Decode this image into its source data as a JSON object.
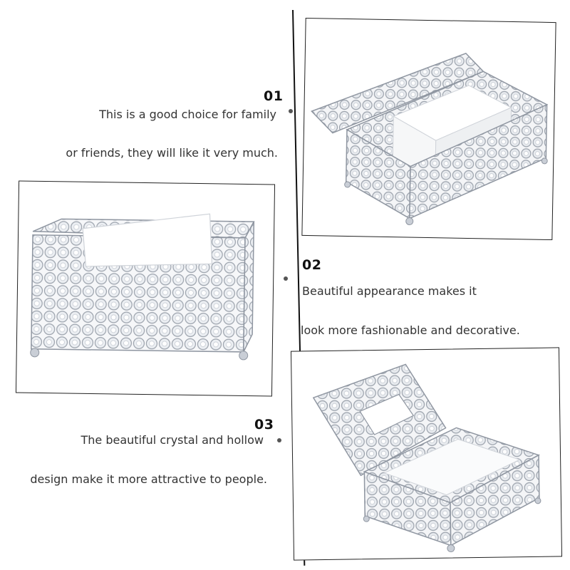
{
  "features": [
    {
      "number": "01",
      "line1": "This is a good choice for family",
      "line2": "or friends, they will like it very much."
    },
    {
      "number": "02",
      "line1": "Beautiful appearance makes it",
      "line2": "look more fashionable and decorative."
    },
    {
      "number": "03",
      "line1": "The beautiful crystal and hollow",
      "line2": "design make it more attractive to people."
    }
  ],
  "images": {
    "top_right": "open-lid-tissue-box",
    "left": "closed-tissue-box-with-tissue",
    "bottom_right": "open-crystal-box-empty"
  },
  "colors": {
    "crystal": "#c9ced6",
    "crystal_dark": "#8f96a1",
    "line": "#111111"
  }
}
